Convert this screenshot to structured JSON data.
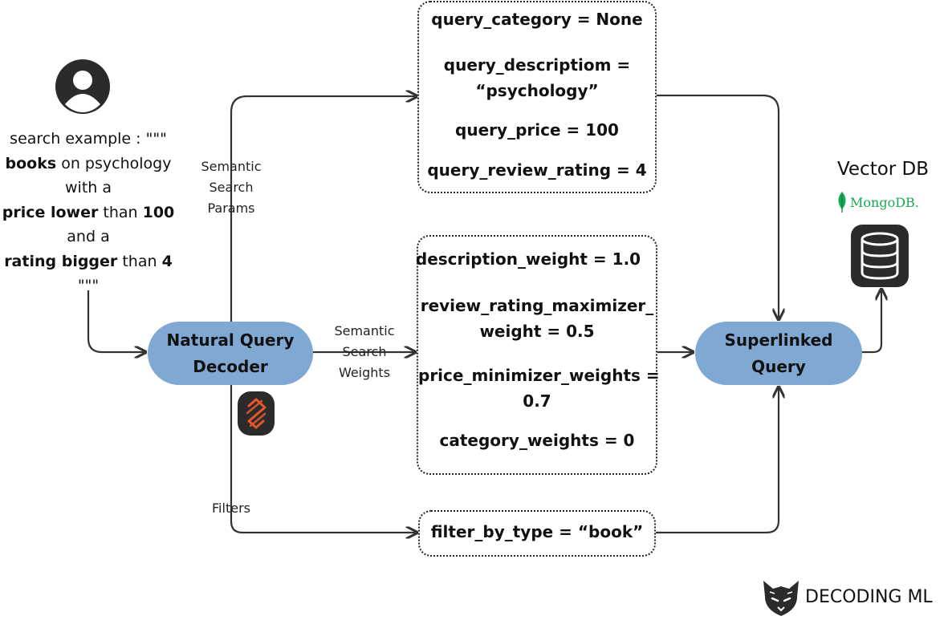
{
  "user_query": {
    "lines": [
      [
        {
          "t": "search example : \"\"\"",
          "b": false
        }
      ],
      [
        {
          "t": "books",
          "b": true
        },
        {
          "t": " on psychology",
          "b": false
        }
      ],
      [
        {
          "t": "with a",
          "b": false
        }
      ],
      [
        {
          "t": "price lower",
          "b": true
        },
        {
          "t": " than ",
          "b": false
        },
        {
          "t": "100",
          "b": true
        }
      ],
      [
        {
          "t": "and a",
          "b": false
        }
      ],
      [
        {
          "t": "rating bigger",
          "b": true
        },
        {
          "t": " than ",
          "b": false
        },
        {
          "t": "4",
          "b": true
        }
      ],
      [
        {
          "t": "\"\"\"",
          "b": false
        }
      ]
    ]
  },
  "decoder": {
    "line1": "Natural Query",
    "line2": "Decoder"
  },
  "superlinked": {
    "line1": "Superlinked",
    "line2": "Query"
  },
  "edges": {
    "params": {
      "line1": "Semantic",
      "line2": "Search",
      "line3": "Params"
    },
    "weights": {
      "line1": "Semantic",
      "line2": "Search",
      "line3": "Weights"
    },
    "filters": "Filters"
  },
  "params_box": {
    "category": "query_category = None",
    "description_l1": "query_descriptiom =",
    "description_l2": "“psychology”",
    "price": "query_price = 100",
    "rating": "query_review_rating = 4"
  },
  "weights_box": {
    "description": "description_weight = 1.0",
    "review_l1": "review_rating_maximizer_",
    "review_l2": "weight = 0.5",
    "price_l1": "price_minimizer_weights  =",
    "price_l2": "0.7",
    "category": "category_weights = 0"
  },
  "filter_box": {
    "text": "filter_by_type = “book”"
  },
  "vector_db": {
    "title": "Vector DB",
    "mongo_label": "MongoDB."
  },
  "brand": {
    "text": "DECODING ML"
  },
  "colors": {
    "pill": "#7fa8d3",
    "icon_dark": "#2b2b2b",
    "mongo_green": "#13aa52",
    "superlinked_orange": "#e8572a"
  }
}
